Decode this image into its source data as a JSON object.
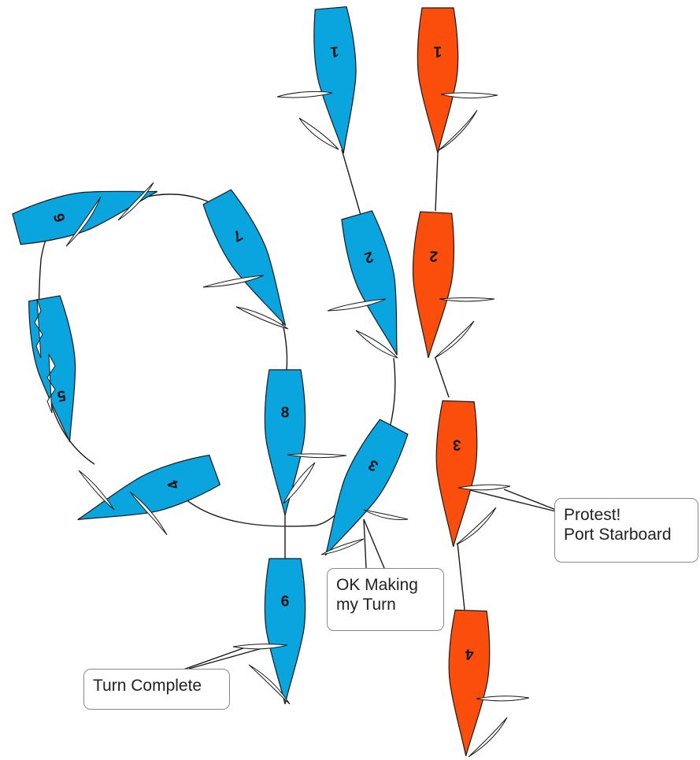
{
  "colors": {
    "blue_boat": "#0aa4df",
    "red_boat": "#fb4d0b",
    "sail": "#ffffff",
    "outline": "#1a1a1a"
  },
  "blue_boat": {
    "labels": [
      "1",
      "2",
      "3",
      "4",
      "5",
      "6",
      "7",
      "8",
      "9"
    ]
  },
  "red_boat": {
    "labels": [
      "1",
      "2",
      "3",
      "4"
    ]
  },
  "callouts": {
    "protest": {
      "line1": "Protest!",
      "line2": "Port Starboard"
    },
    "making_turn": {
      "line1": "OK Making",
      "line2": "my Turn"
    },
    "turn_complete": {
      "line1": "Turn Complete"
    }
  }
}
